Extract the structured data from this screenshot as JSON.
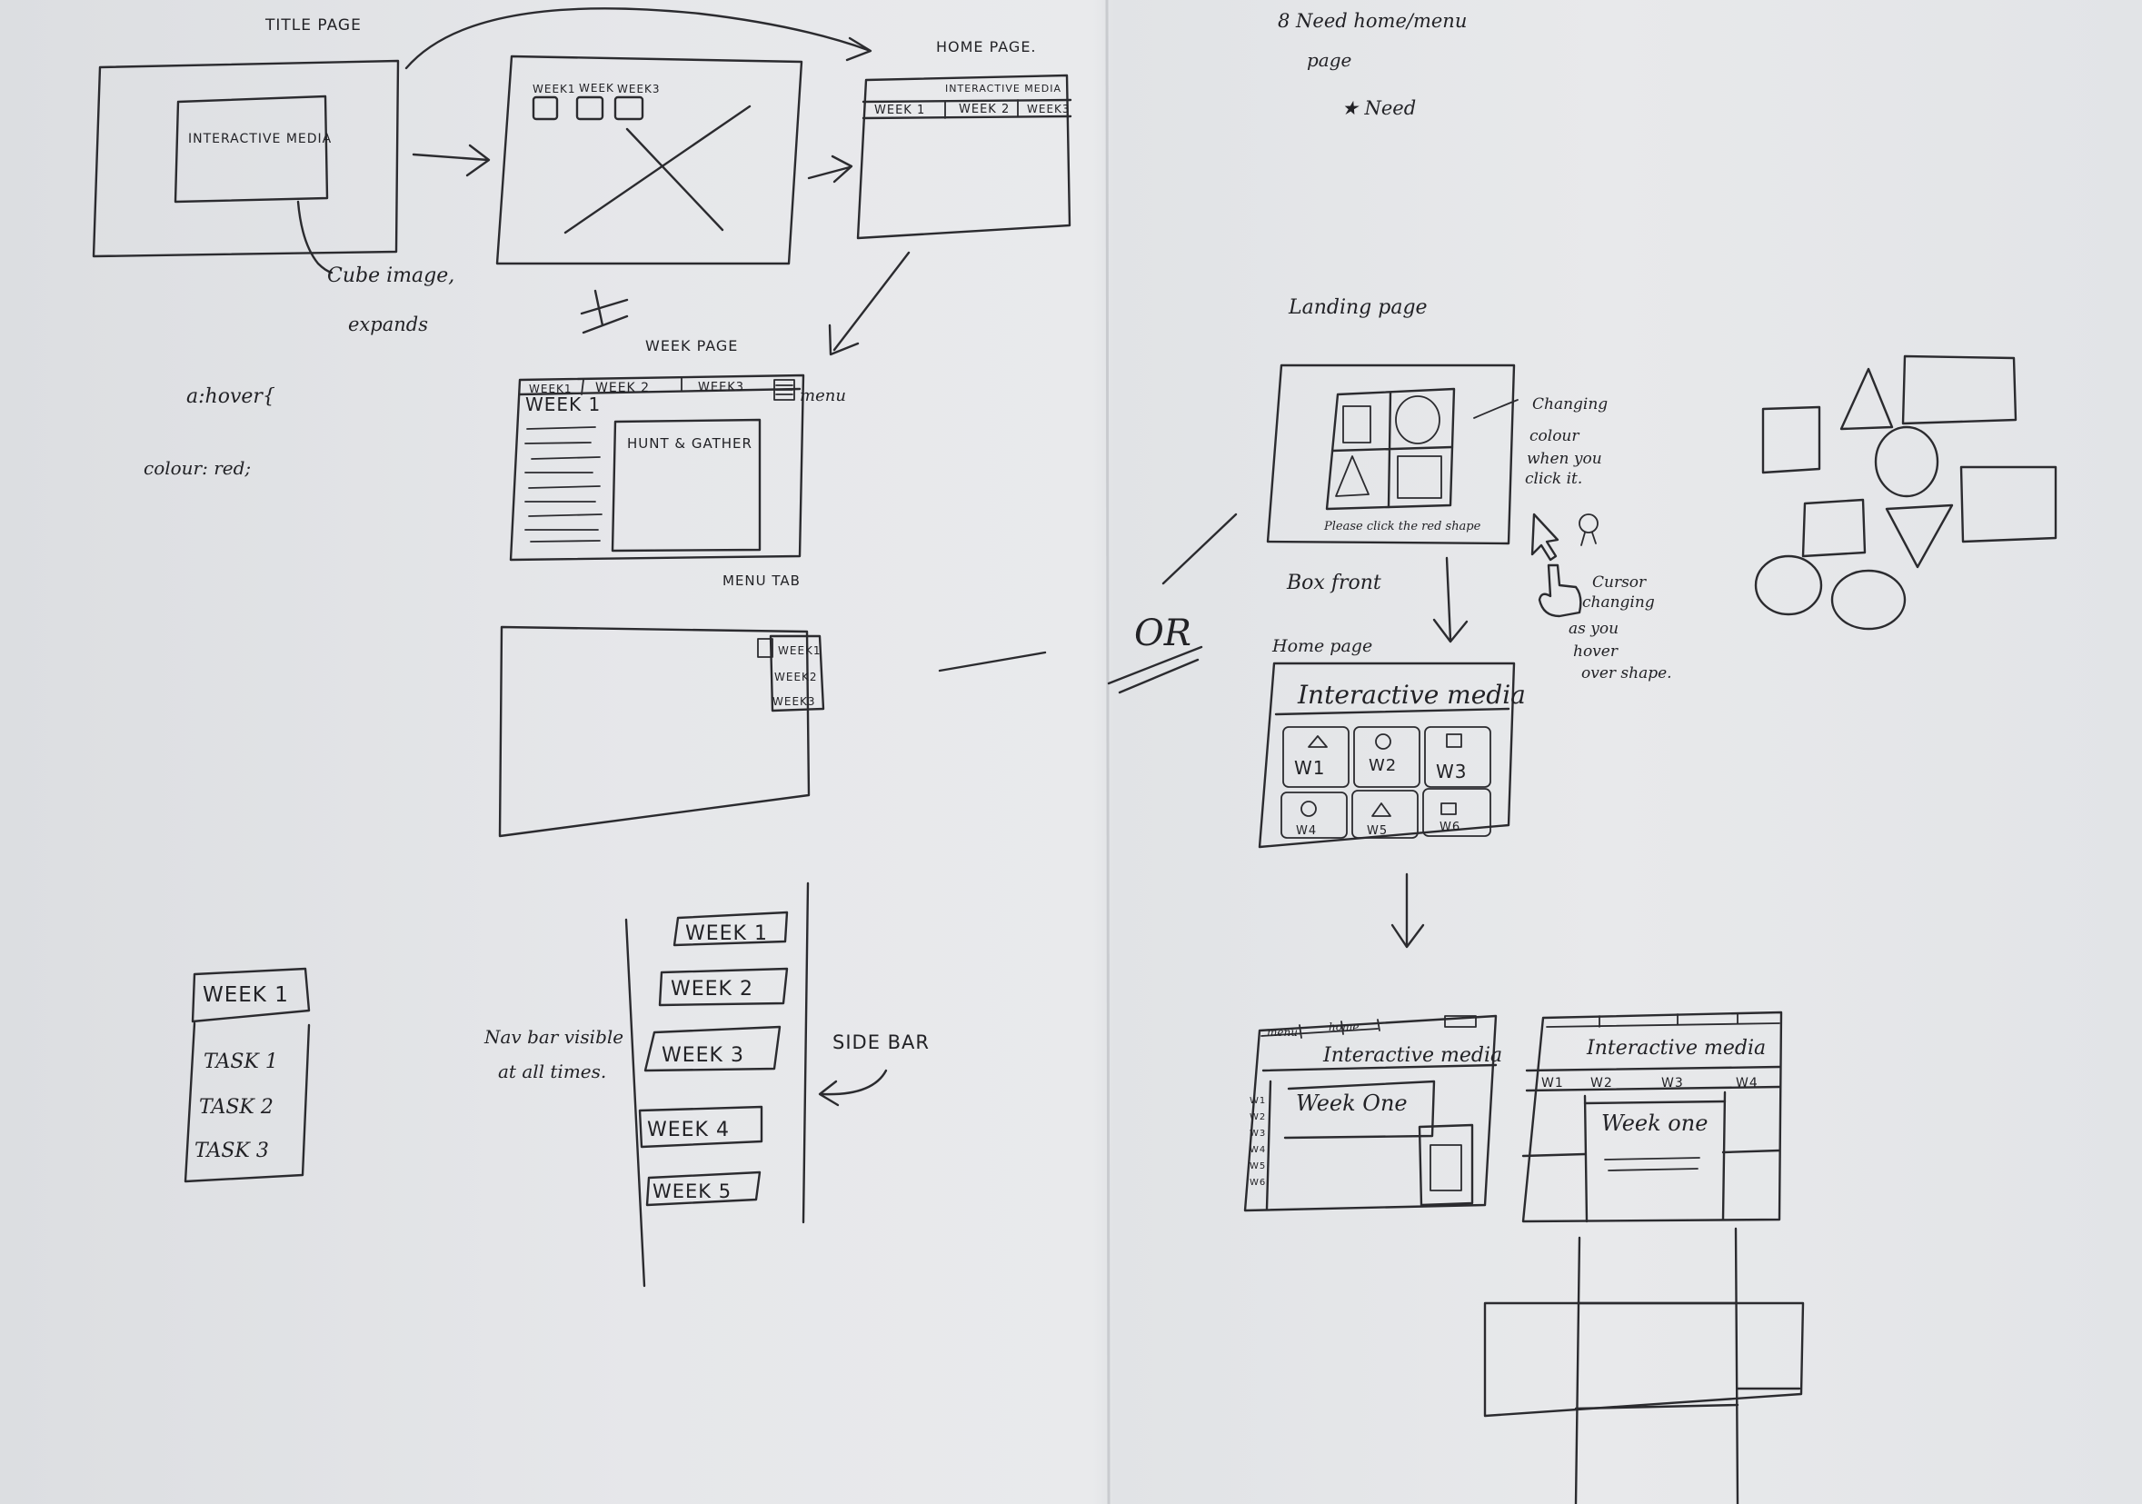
{
  "left_page": {
    "title_page": {
      "heading": "TITLE PAGE",
      "box_text": "INTERACTIVE MEDIA",
      "note_line1": "Cube image,",
      "note_line2": "expands"
    },
    "x_page": {
      "tabs": [
        "WEEK1",
        "WEEK",
        "WEEK3"
      ]
    },
    "home_page": {
      "heading": "HOME PAGE.",
      "title": "INTERACTIVE MEDIA",
      "tabs": [
        "WEEK 1",
        "WEEK 2",
        "WEEK3"
      ]
    },
    "css_note": {
      "line1": "a:hover{",
      "line2": "colour: red;"
    },
    "week_page": {
      "heading": "WEEK PAGE",
      "tabs": [
        "WEEK1",
        "WEEK 2",
        "WEEK3"
      ],
      "menu_label": "menu",
      "week_title": "WEEK 1",
      "panel_title": "HUNT & GATHER"
    },
    "menu_tab": {
      "heading": "MENU TAB",
      "items": [
        "WEEK1",
        "WEEK2",
        "WEEK3"
      ]
    },
    "week_card": {
      "title": "WEEK 1",
      "tasks": [
        "TASK 1",
        "TASK 2",
        "TASK 3"
      ]
    },
    "side_bar": {
      "note_line1": "Nav bar visible",
      "note_line2": "at all times.",
      "label": "SIDE BAR",
      "items": [
        "WEEK 1",
        "WEEK 2",
        "WEEK 3",
        "WEEK 4",
        "WEEK 5"
      ]
    }
  },
  "right_page": {
    "top_note": {
      "line1": "8 Need home/menu",
      "line2": "page",
      "line3": "★ Need"
    },
    "landing_page": {
      "heading": "Landing page",
      "caption": "Please click the red shape",
      "note_colour": [
        "Changing",
        "colour",
        "when you",
        "click it."
      ],
      "note_cursor": [
        "Cursor",
        "changing",
        "as you",
        "hover",
        "over shape."
      ],
      "box_front": "Box front",
      "or_label": "OR"
    },
    "home_page": {
      "heading": "Home page",
      "title": "Interactive media",
      "tiles": [
        "W1",
        "W2",
        "W3",
        "W4",
        "W5",
        "W6"
      ]
    },
    "layout_a": {
      "tabs": [
        "menu",
        "home"
      ],
      "title": "Interactive media",
      "side_items": [
        "W1",
        "W2",
        "W3",
        "W4",
        "W5",
        "W6"
      ],
      "heading": "Week One"
    },
    "layout_b": {
      "title": "Interactive media",
      "tabs": [
        "W1",
        "W2",
        "W3",
        "W4"
      ],
      "heading": "Week one"
    }
  }
}
